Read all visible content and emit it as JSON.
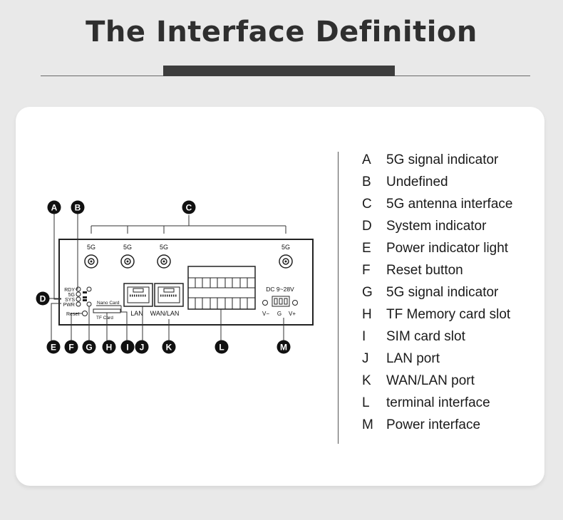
{
  "title": "The Interface Definition",
  "legend": [
    {
      "letter": "A",
      "label": "5G signal indicator"
    },
    {
      "letter": "B",
      "label": "Undefined"
    },
    {
      "letter": "C",
      "label": "5G antenna interface"
    },
    {
      "letter": "D",
      "label": "System indicator"
    },
    {
      "letter": "E",
      "label": "Power indicator light"
    },
    {
      "letter": "F",
      "label": "Reset button"
    },
    {
      "letter": "G",
      "label": "5G signal indicator"
    },
    {
      "letter": "H",
      "label": "TF Memory card slot"
    },
    {
      "letter": "I",
      "label": "SIM card slot"
    },
    {
      "letter": "J",
      "label": "LAN port"
    },
    {
      "letter": "K",
      "label": "WAN/LAN port"
    },
    {
      "letter": "L",
      "label": "terminal interface"
    },
    {
      "letter": "M",
      "label": "Power interface"
    }
  ],
  "device": {
    "antenna_label": "5G",
    "indicators": [
      "RDY",
      "5G",
      "SYS",
      "PWR"
    ],
    "reset_label": "Reset",
    "nano_card_label": "Nano Card",
    "tf_card_label": "TF Card",
    "lan_label": "LAN",
    "wan_label": "WAN/LAN",
    "dc_label": "DC 9~28V",
    "power_pins": [
      "V−",
      "G",
      "V+"
    ]
  },
  "colors": {
    "badge": "#111111",
    "title": "#2f2f2f",
    "line": "#333333"
  }
}
